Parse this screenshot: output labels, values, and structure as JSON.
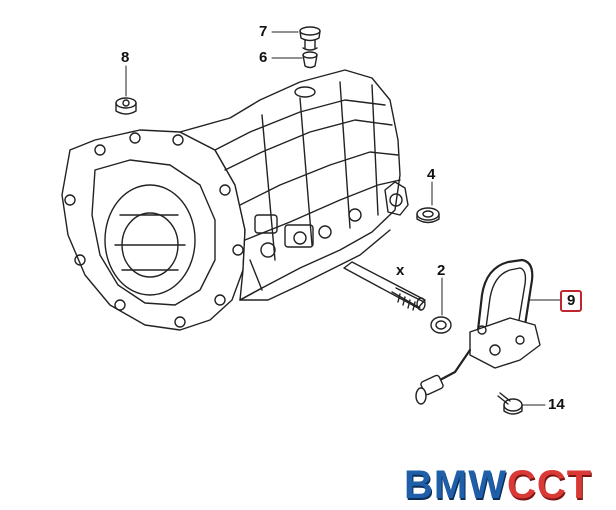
{
  "callouts": {
    "p7": "7",
    "p6": "6",
    "p8": "8",
    "p4": "4",
    "px": "x",
    "p2": "2",
    "p9": "9",
    "p14": "14"
  },
  "logo": {
    "part1": "BMW",
    "part2": "CCT",
    "colors": {
      "blue": "#1f5ea8",
      "red": "#d93a36"
    }
  },
  "colors": {
    "linework": "#222222",
    "highlight_box": "#c0262d"
  }
}
